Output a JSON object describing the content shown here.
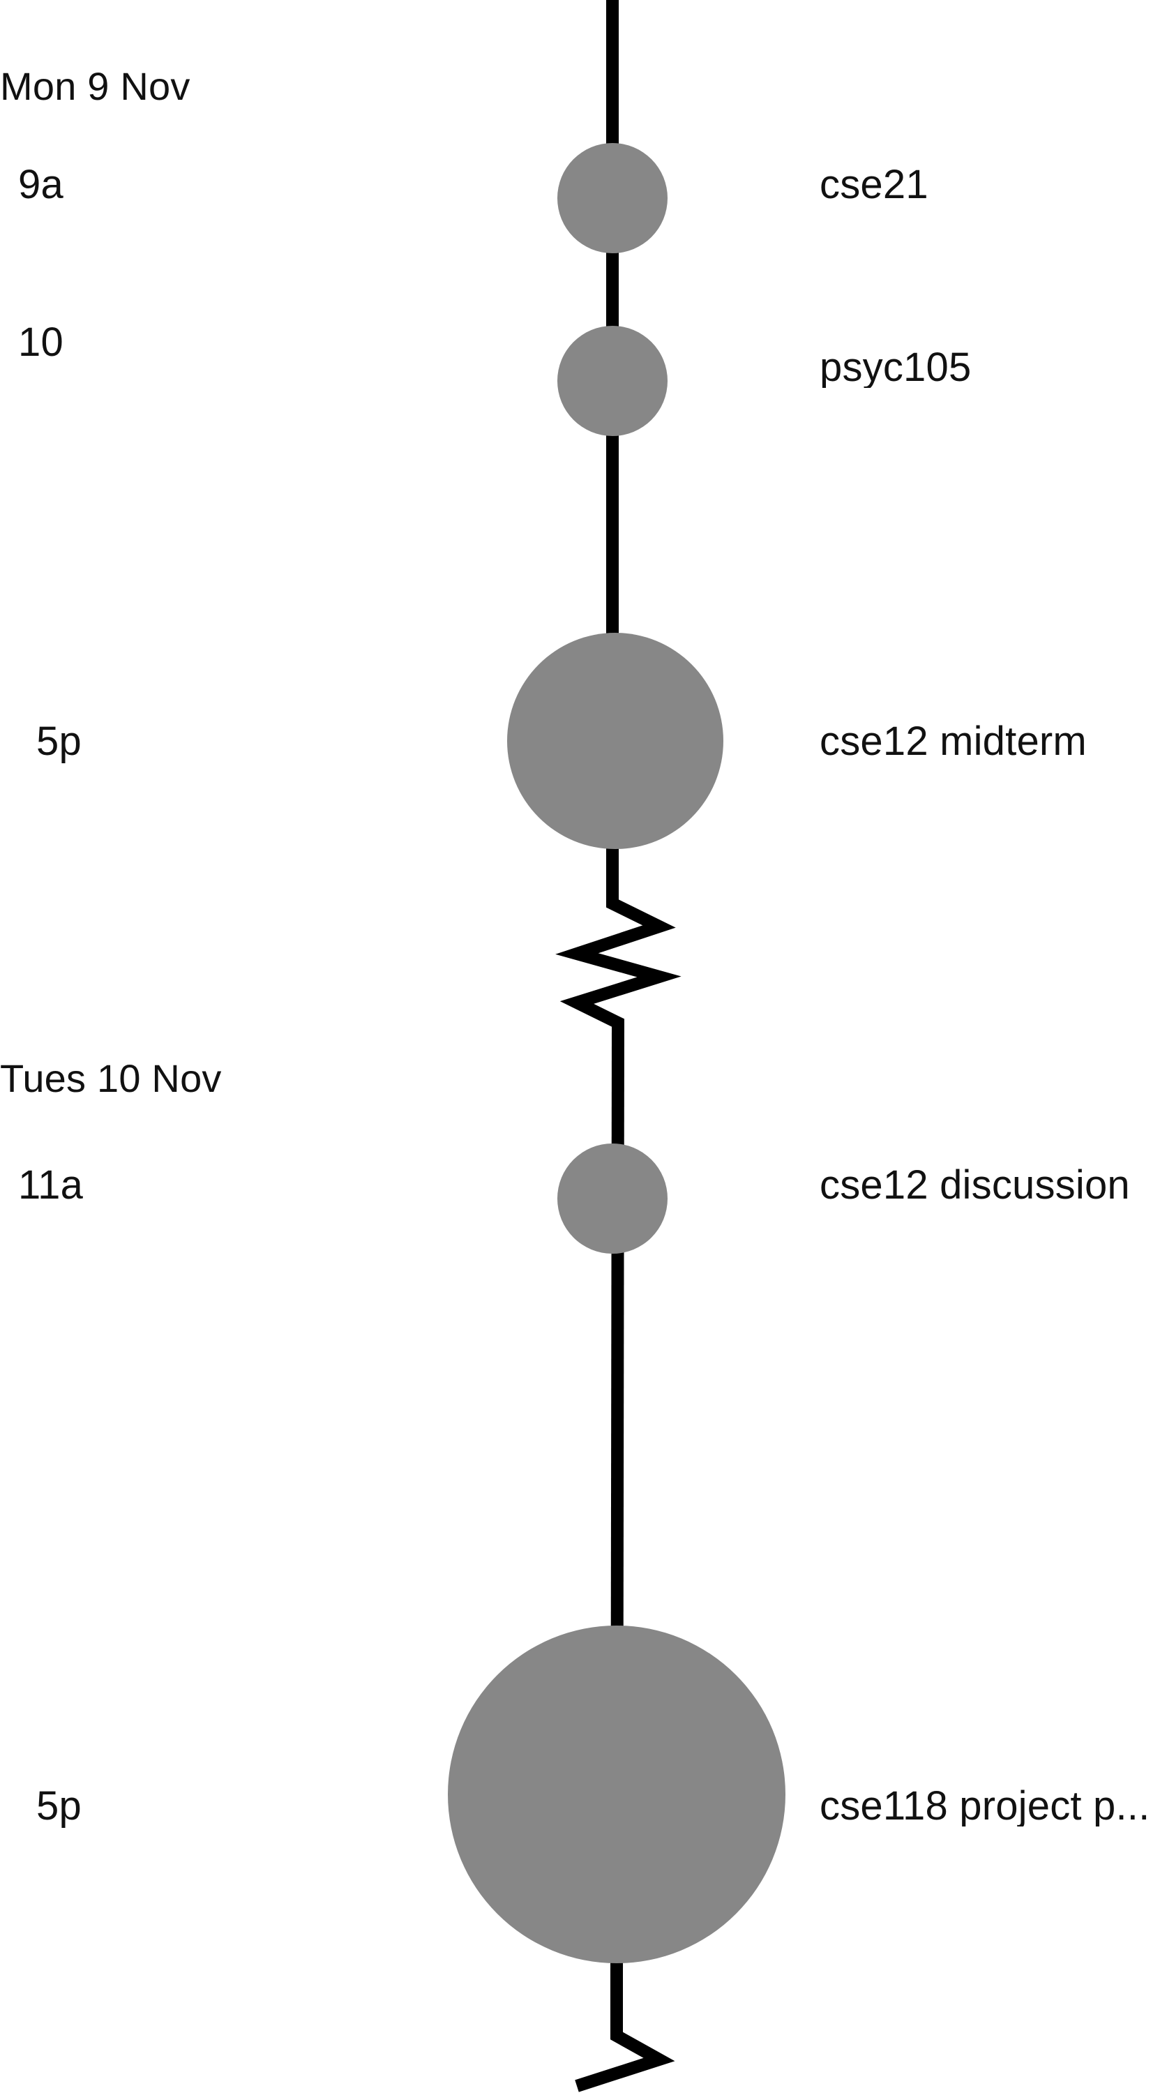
{
  "colors": {
    "background": "#ffffff",
    "timeline": "#000000",
    "event_dot": "#878787",
    "text": "#111111"
  },
  "days": [
    {
      "label": "Mon 9 Nov"
    },
    {
      "label": "Tues 10 Nov"
    }
  ],
  "events": [
    {
      "day": 0,
      "time": "9a",
      "title": "cse21"
    },
    {
      "day": 0,
      "time": "10",
      "title": "psyc105"
    },
    {
      "day": 0,
      "time": "5p",
      "title": "cse12 midterm"
    },
    {
      "day": 1,
      "time": "11a",
      "title": "cse12 discussion"
    },
    {
      "day": 1,
      "time": "5p",
      "title": "cse118 project p..."
    }
  ],
  "breaks": [
    {
      "after_day": 0,
      "icon": "zigzag-break-icon"
    },
    {
      "after_day": 1,
      "icon": "zigzag-break-icon"
    }
  ]
}
